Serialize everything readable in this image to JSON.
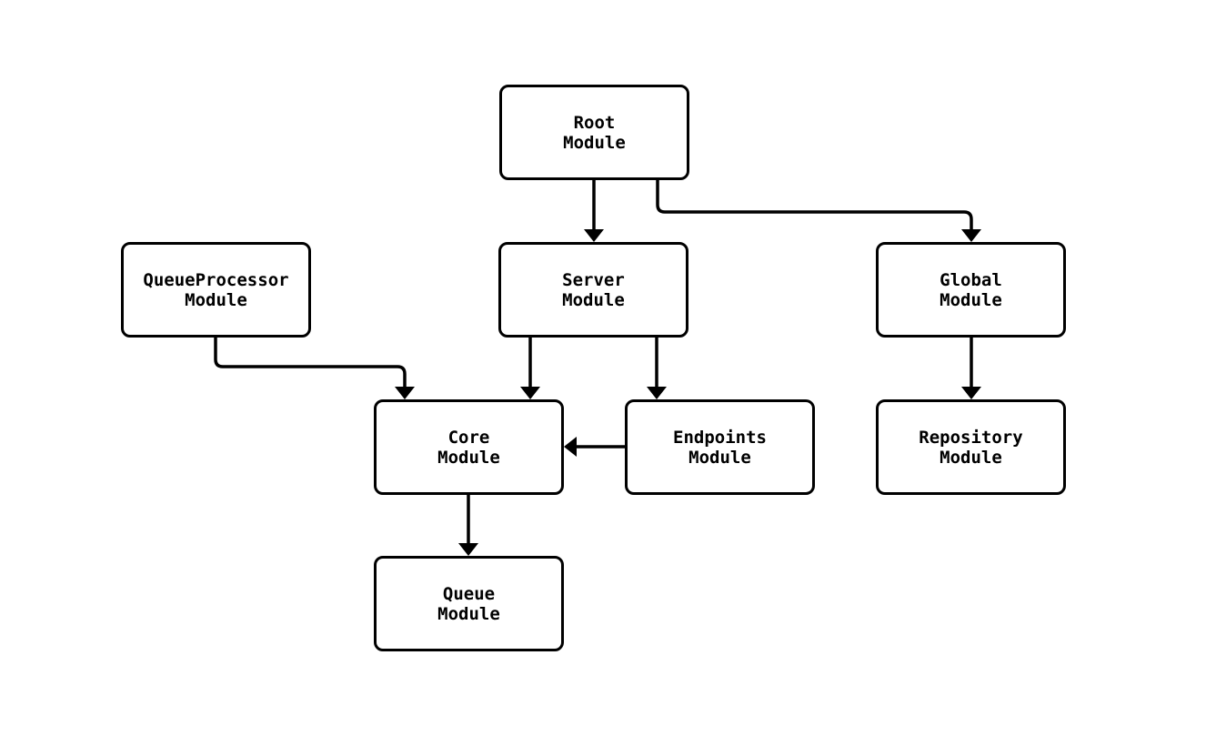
{
  "diagram": {
    "background_color": "#ffffff",
    "stroke_color": "#000000",
    "text_color": "#000000",
    "nodes": [
      {
        "id": "root",
        "line1": "Root",
        "line2": "Module"
      },
      {
        "id": "queueprocessor",
        "line1": "QueueProcessor",
        "line2": "Module"
      },
      {
        "id": "server",
        "line1": "Server",
        "line2": "Module"
      },
      {
        "id": "global",
        "line1": "Global",
        "line2": "Module"
      },
      {
        "id": "core",
        "line1": "Core",
        "line2": "Module"
      },
      {
        "id": "endpoints",
        "line1": "Endpoints",
        "line2": "Module"
      },
      {
        "id": "repository",
        "line1": "Repository",
        "line2": "Module"
      },
      {
        "id": "queue",
        "line1": "Queue",
        "line2": "Module"
      }
    ],
    "edges": [
      {
        "from": "Root Module",
        "to": "Server Module"
      },
      {
        "from": "Root Module",
        "to": "Global Module"
      },
      {
        "from": "QueueProcessor Module",
        "to": "Core Module"
      },
      {
        "from": "Server Module",
        "to": "Core Module"
      },
      {
        "from": "Server Module",
        "to": "Endpoints Module"
      },
      {
        "from": "Endpoints Module",
        "to": "Core Module"
      },
      {
        "from": "Global Module",
        "to": "Repository Module"
      },
      {
        "from": "Core Module",
        "to": "Queue Module"
      }
    ]
  }
}
